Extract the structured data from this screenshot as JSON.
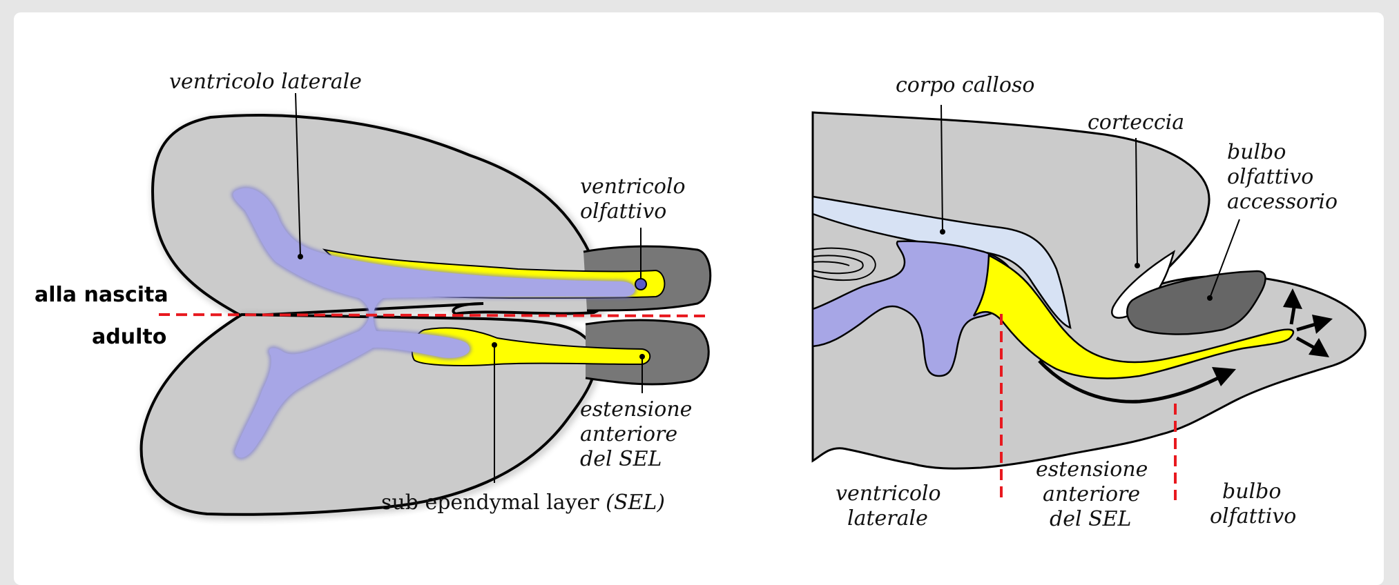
{
  "left_panel": {
    "labels": {
      "ventricolo_laterale": "ventricolo laterale",
      "ventricolo_olfattivo": [
        "ventricolo",
        "olfattivo"
      ],
      "alla_nascita": "alla nascita",
      "adulto": "adulto",
      "estensione": [
        "estensione",
        "anteriore",
        "del SEL"
      ],
      "sel_main": "sub ependymal layer ",
      "sel_abbr": "(SEL)"
    }
  },
  "right_panel": {
    "labels": {
      "corpo_calloso": "corpo calloso",
      "corteccia": "corteccia",
      "bulbo_accessorio": [
        "bulbo",
        "olfattivo",
        "accessorio"
      ],
      "ventricolo_laterale": [
        "ventricolo",
        "laterale"
      ],
      "estensione": [
        "estensione",
        "anteriore",
        "del SEL"
      ],
      "bulbo_olfattivo": [
        "bulbo",
        "olfattivo"
      ]
    }
  },
  "colors": {
    "brain_gray": "#cbcbcb",
    "bulb_dark": "#777777",
    "ventricle_blue": "#a7a6e6",
    "sel_yellow": "#ffff00",
    "callosum": "#d7e2f4",
    "dashed_red": "#e8191f"
  }
}
